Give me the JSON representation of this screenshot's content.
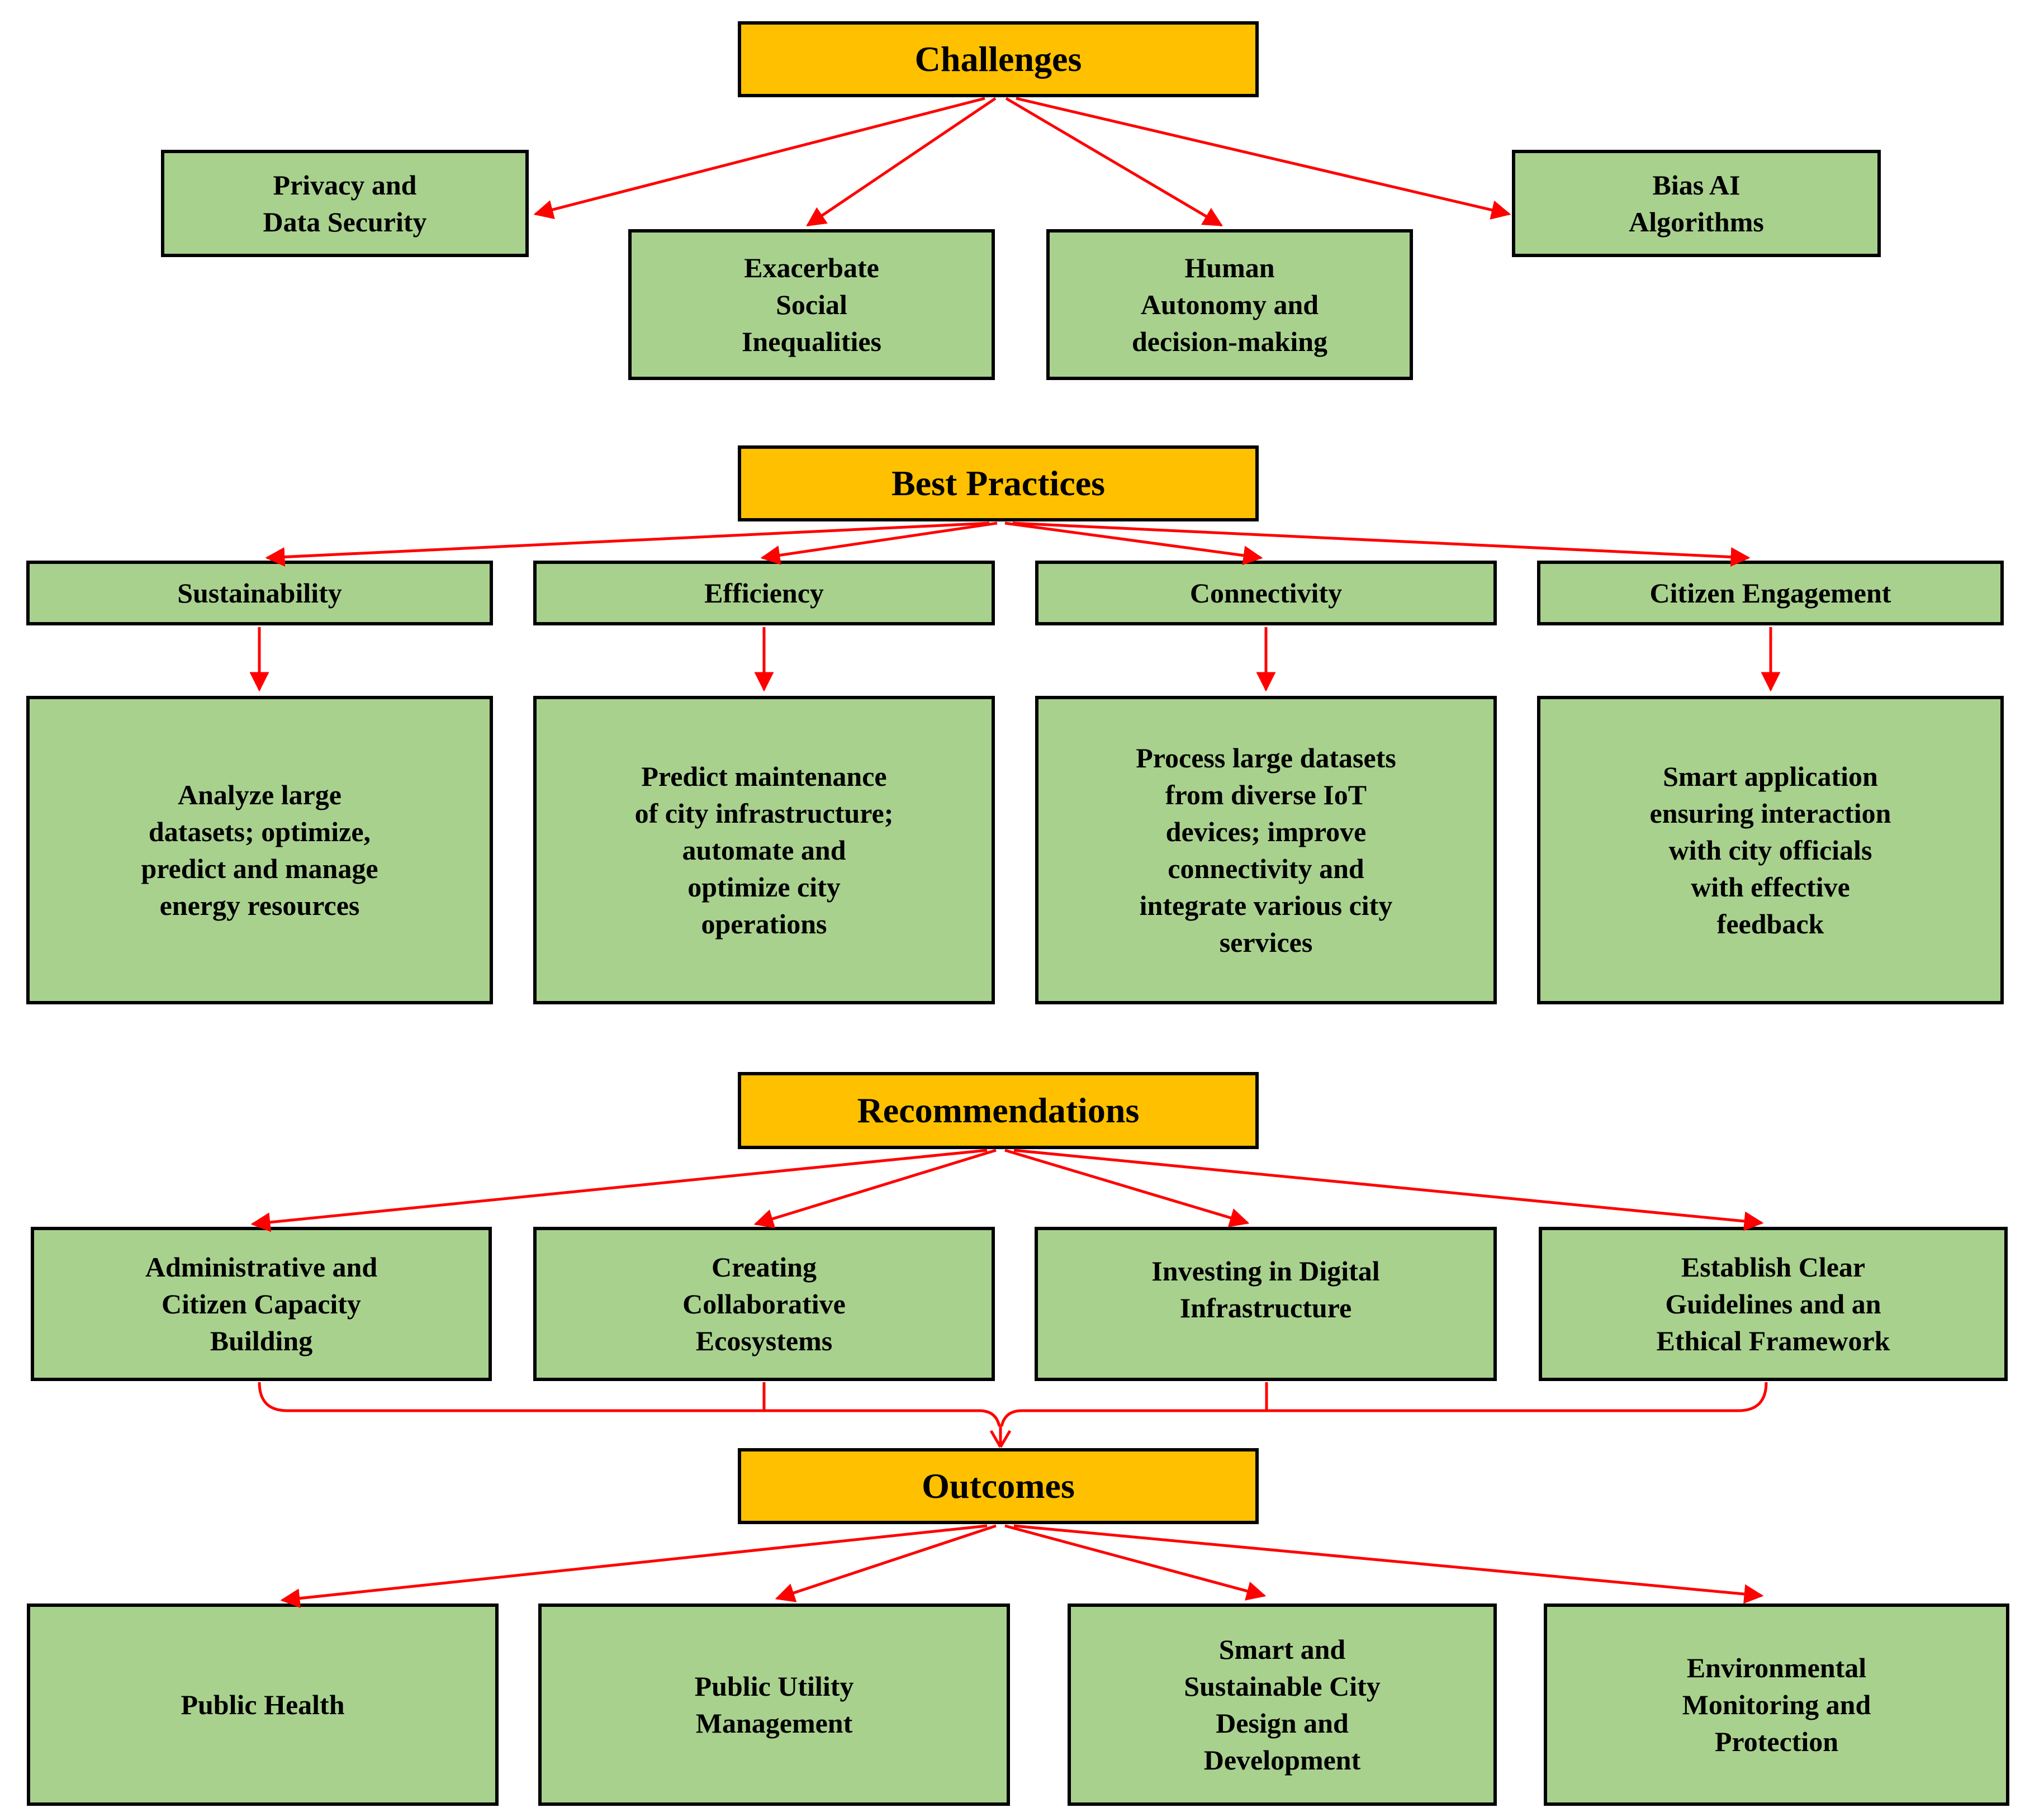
{
  "diagram": {
    "title": "Smart city AI flowchart",
    "colors": {
      "header_fill": "#FFC000",
      "node_fill": "#A9D18E",
      "border": "#000000",
      "arrow": "#FF0000",
      "text": "#000000"
    },
    "sections": {
      "challenges": {
        "title": "Challenges",
        "items": [
          {
            "label": "Privacy and\nData Security"
          },
          {
            "label": "Exacerbate\nSocial\nInequalities"
          },
          {
            "label": "Human\nAutonomy and\ndecision-making"
          },
          {
            "label": "Bias AI\nAlgorithms"
          }
        ]
      },
      "best_practices": {
        "title": "Best Practices",
        "items": [
          {
            "label": "Sustainability",
            "description": "Analyze large\ndatasets; optimize,\npredict and manage\nenergy resources"
          },
          {
            "label": "Efficiency",
            "description": "Predict maintenance\nof city infrastructure;\nautomate and\noptimize city\noperations"
          },
          {
            "label": "Connectivity",
            "description": "Process large datasets\nfrom diverse IoT\ndevices; improve\nconnectivity and\nintegrate various city\nservices"
          },
          {
            "label": "Citizen Engagement",
            "description": "Smart application\nensuring interaction\nwith city officials\nwith effective\nfeedback"
          }
        ]
      },
      "recommendations": {
        "title": "Recommendations",
        "items": [
          {
            "label": "Administrative and\nCitizen Capacity\nBuilding"
          },
          {
            "label": "Creating\nCollaborative\nEcosystems"
          },
          {
            "label": "Investing in Digital\nInfrastructure"
          },
          {
            "label": "Establish Clear\nGuidelines and an\nEthical Framework"
          }
        ]
      },
      "outcomes": {
        "title": "Outcomes",
        "items": [
          {
            "label": "Public Health"
          },
          {
            "label": "Public Utility\nManagement"
          },
          {
            "label": "Smart and\nSustainable City\nDesign and\nDevelopment"
          },
          {
            "label": "Environmental\nMonitoring and\nProtection"
          }
        ]
      }
    }
  }
}
